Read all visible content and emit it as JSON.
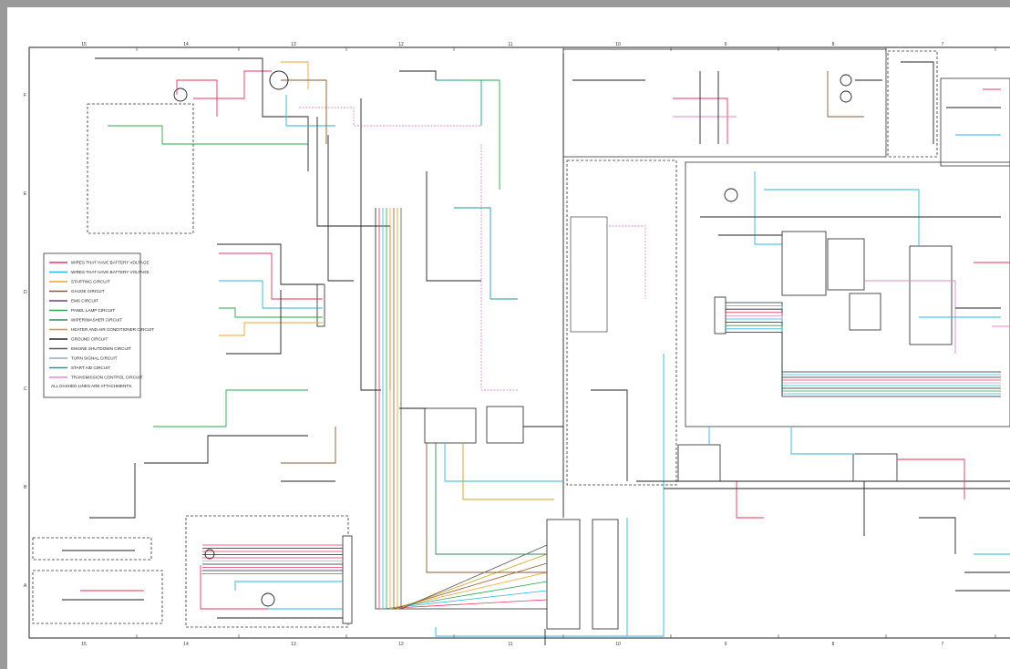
{
  "legend": {
    "items": [
      {
        "color": "#e8365d",
        "label": "WIRES THAT HAVE BATTERY VOLTAGE"
      },
      {
        "color": "#2ab6e6",
        "label": "WIRES THAT HAVE BATTERY VOLTAGE"
      },
      {
        "color": "#f2a12b",
        "label": "STARTING CIRCUIT"
      },
      {
        "color": "#8a5a2c",
        "label": "GAUGE CIRCUIT"
      },
      {
        "color": "#6e3b8f",
        "label": "EMS CIRCUIT"
      },
      {
        "color": "#27a84a",
        "label": "PANEL LAMP CIRCUIT"
      },
      {
        "color": "#2e8b57",
        "label": "WIPER/WASHER CIRCUIT"
      },
      {
        "color": "#d4a017",
        "label": "HEATER AND AIR CONDITIONER CIRCUIT"
      },
      {
        "color": "#222222",
        "label": "GROUND CIRCUIT"
      },
      {
        "color": "#555555",
        "label": "ENGINE SHUTDOWN CIRCUIT"
      },
      {
        "color": "#9aa7c7",
        "label": "TURN SIGNAL CIRCUIT"
      },
      {
        "color": "#1f9a9a",
        "label": "START AID CIRCUIT"
      },
      {
        "color": "#e48ac8",
        "label": "TRANSMISSION CONTROL CIRCUIT"
      }
    ],
    "footnote": "ALL DASHED LINES ARE ATTACHMENTS."
  },
  "border": {
    "top_numbers": [
      "15",
      "14",
      "13",
      "12",
      "11",
      "10",
      "9",
      "8",
      "7"
    ],
    "bottom_numbers": [
      "15",
      "14",
      "13",
      "12",
      "11",
      "10",
      "9",
      "8",
      "7"
    ],
    "left_letters": [
      "F",
      "E",
      "D",
      "C",
      "B",
      "A"
    ]
  }
}
